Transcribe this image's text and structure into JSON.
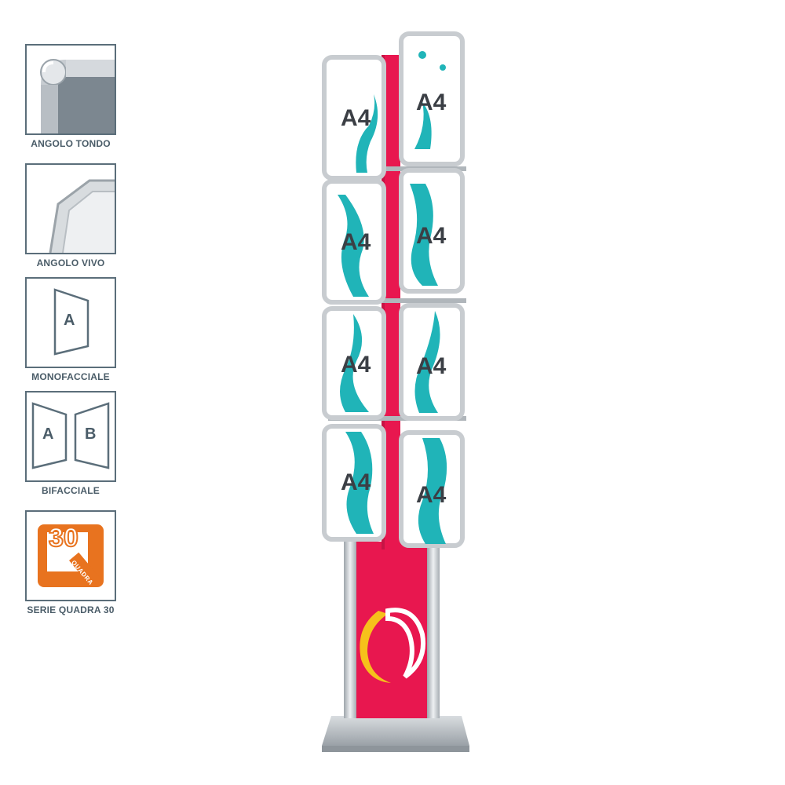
{
  "features": [
    {
      "label": "ANGOLO TONDO",
      "icon": "round-corner-icon"
    },
    {
      "label": "ANGOLO VIVO",
      "icon": "sharp-corner-icon"
    },
    {
      "label": "MONOFACCIALE",
      "icon": "single-sided-icon",
      "sides": [
        "A"
      ]
    },
    {
      "label": "BIFACCIALE",
      "icon": "double-sided-icon",
      "sides": [
        "A",
        "B"
      ]
    },
    {
      "label": "SERIE QUADRA 30",
      "icon": "quadra-30-logo",
      "logo_number": "30",
      "logo_word": "QUADRA"
    }
  ],
  "poster_label": "A4",
  "colors": {
    "border": "#5b6e7a",
    "caption": "#4a5c68",
    "banner": "#e8174f",
    "frame": "#c8ccd0",
    "splash": "#20b4b8",
    "logo_orange": "#e8731f",
    "logo_yellow": "#f6c11b"
  }
}
